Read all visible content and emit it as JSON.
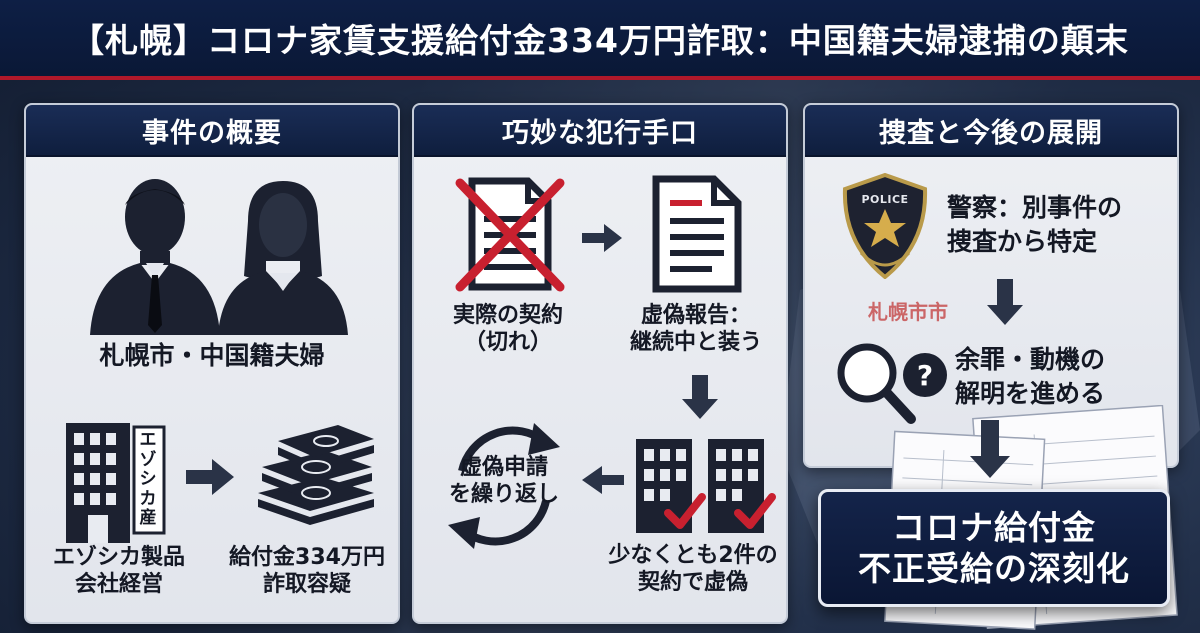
{
  "title": "【札幌】コロナ家賃支援給付金334万円詐取：中国籍夫婦逮捕の顛末",
  "panels": {
    "overview": {
      "heading": "事件の概要",
      "couple_label": "札幌市・中国籍夫婦",
      "sign_text": "エゾシカ産",
      "company_label": [
        "エゾシカ製品",
        "会社経営"
      ],
      "fraud_label": [
        "給付金334万円",
        "詐取容疑"
      ]
    },
    "method": {
      "heading": "巧妙な犯行手口",
      "actual_contract": [
        "実際の契約",
        "（切れ）"
      ],
      "false_report": [
        "虚偽報告：",
        "継続中と装う"
      ],
      "repeated_application": [
        "虚偽申請",
        "を繰り返し"
      ],
      "false_contracts": [
        "少なくとも2件の",
        "契約で虚偽"
      ]
    },
    "investigation": {
      "heading": "捜査と今後の展開",
      "badge_text": "POLICE",
      "police_label": [
        "警察：別事件の",
        "捜査から特定"
      ],
      "city_map_label": "札幌市市",
      "motive_label": [
        "余罪・動機の",
        "解明を進める"
      ],
      "conclusion": [
        "コロナ給付金",
        "不正受給の深刻化"
      ]
    }
  },
  "colors": {
    "navy": "#0f1e3e",
    "accent_red": "#c8202f",
    "panel_bg": "#e8ebf1",
    "arrow": "#2a3347"
  }
}
